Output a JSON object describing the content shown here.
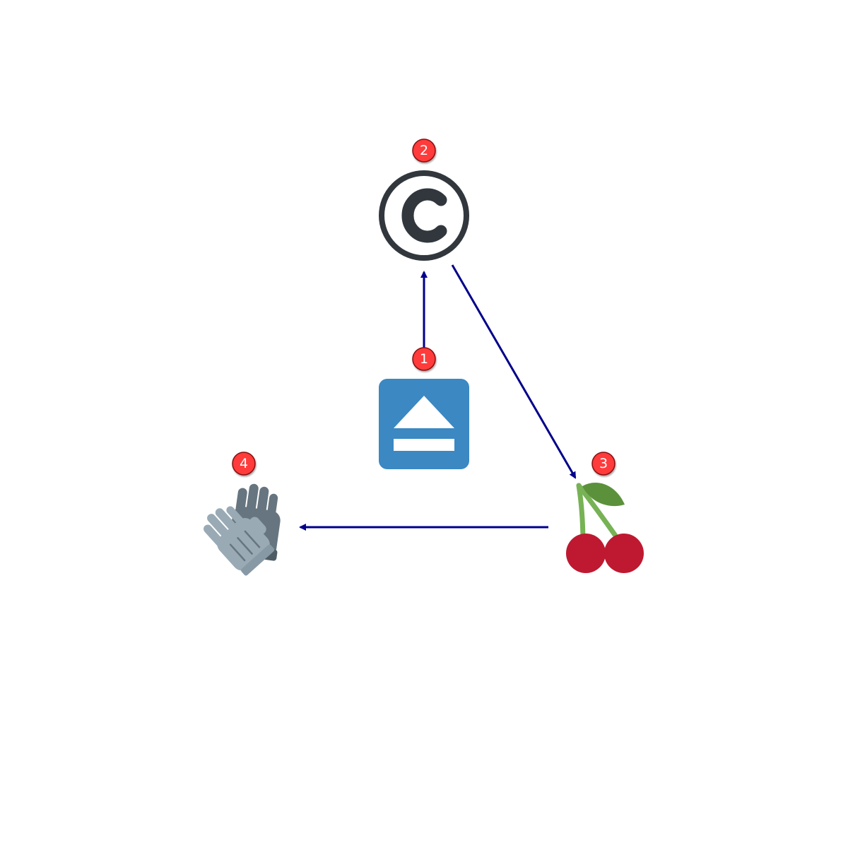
{
  "diagram": {
    "colors": {
      "edge": "#00008b",
      "badge_fill": "#ff3b3b",
      "badge_stroke": "#8a1010",
      "badge_text": "#ffffff"
    },
    "nodes": [
      {
        "id": "node-1",
        "badge": "1",
        "icon": "eject-button-icon"
      },
      {
        "id": "node-2",
        "badge": "2",
        "icon": "copyright-icon"
      },
      {
        "id": "node-3",
        "badge": "3",
        "icon": "cherries-icon"
      },
      {
        "id": "node-4",
        "badge": "4",
        "icon": "gloves-icon"
      }
    ],
    "edges": [
      {
        "from": "1",
        "to": "2"
      },
      {
        "from": "2",
        "to": "3"
      },
      {
        "from": "3",
        "to": "4"
      }
    ]
  }
}
